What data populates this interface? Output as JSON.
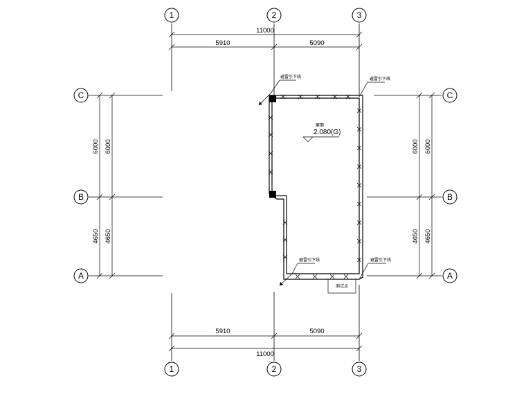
{
  "grids": {
    "columns": [
      "1",
      "2",
      "3"
    ],
    "rows": [
      "C",
      "B",
      "A"
    ]
  },
  "dimensions": {
    "top_total": "11000",
    "top_bays": [
      "5910",
      "5090"
    ],
    "bottom_total": "11000",
    "bottom_bays": [
      "5910",
      "5090"
    ],
    "left_outer": [
      "6000",
      "4650"
    ],
    "left_inner": [
      "6000",
      "4650"
    ],
    "right_outer": [
      "6000",
      "4650"
    ],
    "right_inner": [
      "6000",
      "4650"
    ]
  },
  "annotations": {
    "roof_label": "屋面",
    "elevation": "2.080(G)",
    "lightning_downconductor": "避雷引下线",
    "box_label": "测试点"
  },
  "colors": {
    "line": "#000000",
    "background": "#ffffff"
  }
}
